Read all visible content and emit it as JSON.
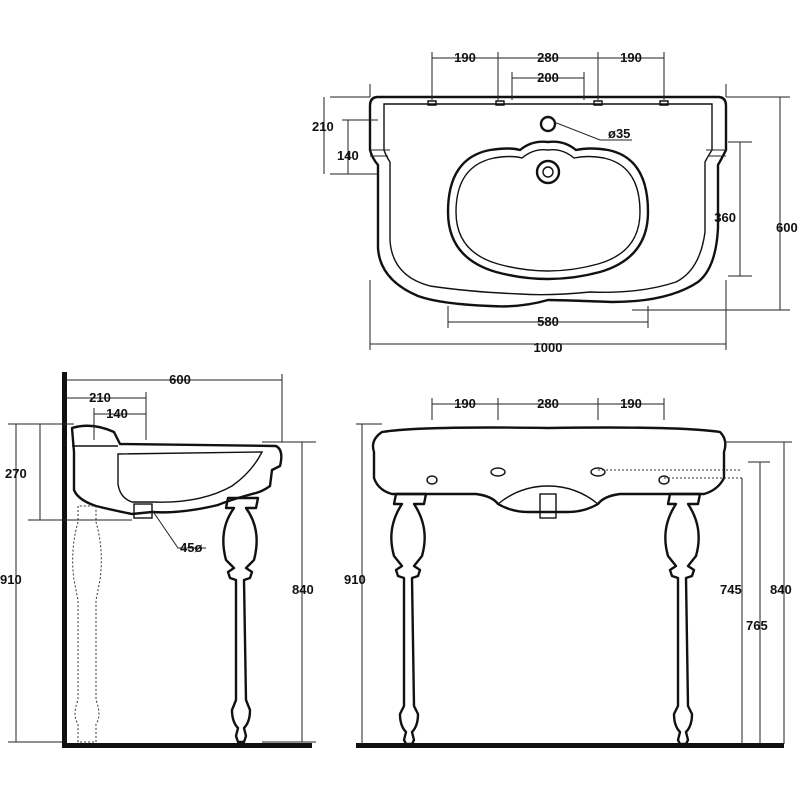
{
  "top_view": {
    "dims": {
      "hole_spacing_left": "190",
      "hole_spacing_center": "280",
      "hole_spacing_right": "190",
      "inner_spacing": "200",
      "depth_to_rim": "210",
      "depth_to_hole": "140",
      "tap_hole_diameter": "ø35",
      "bowl_depth": "360",
      "total_depth": "600",
      "bowl_width": "580",
      "total_width": "1000"
    }
  },
  "side_view": {
    "dims": {
      "depth": "600",
      "depth_rear": "210",
      "depth_rear_inner": "140",
      "backsplash_height": "270",
      "total_height": "910",
      "drain_diameter": "45ø",
      "rim_height": "840"
    }
  },
  "front_view": {
    "dims": {
      "hole_spacing_left": "190",
      "hole_spacing_center": "280",
      "hole_spacing_right": "190",
      "total_height": "910",
      "height_745": "745",
      "height_765": "765",
      "height_840": "840"
    }
  }
}
